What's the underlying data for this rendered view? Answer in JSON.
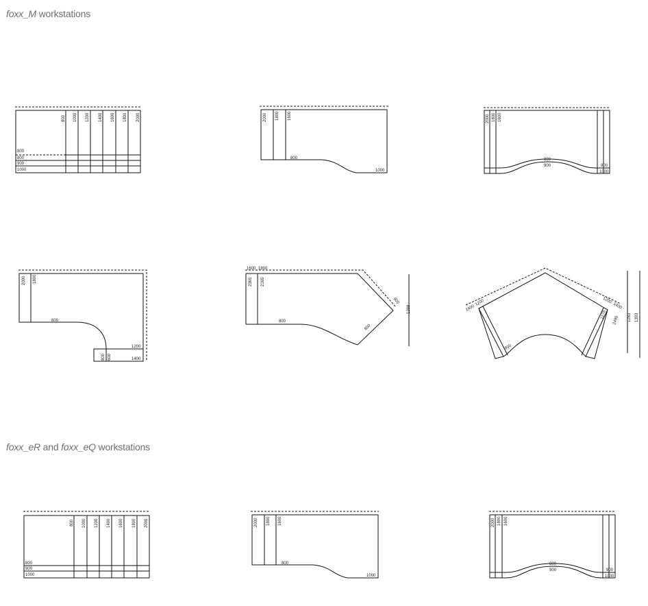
{
  "sections": [
    {
      "brand": "foxx_M",
      "suffix": " workstations"
    },
    {
      "brand1": "foxx_eR",
      "joiner": " and ",
      "brand2": "foxx_eQ",
      "suffix": " workstations"
    }
  ],
  "colors": {
    "line": "#111111",
    "text": "#222222",
    "heading": "#6f6f6f"
  },
  "drawings": {
    "rect_a": {
      "widths": [
        "800",
        "1000",
        "1200",
        "1400",
        "1600",
        "1800",
        "2000"
      ],
      "depths": [
        "800",
        "800",
        "900",
        "1000"
      ]
    },
    "free_b": {
      "widths": [
        "2000",
        "1800",
        "1600"
      ],
      "depth_label": "800",
      "end_label": "1000"
    },
    "wave_c": {
      "widths": [
        "2000",
        "1800",
        "1600"
      ],
      "inner_labels": [
        "800",
        "900"
      ],
      "end_labels": [
        "900",
        "1000"
      ]
    },
    "l_shape": {
      "side_widths": [
        "2000",
        "1800"
      ],
      "depth_label": "800",
      "return_labels": [
        "1200",
        "1400"
      ],
      "return_depths": [
        "800",
        "600"
      ]
    },
    "angle_135": {
      "top_labels": [
        "1600",
        "1800"
      ],
      "side_labels": [
        "2365",
        "2165"
      ],
      "depth_label": "800",
      "corner_labels": [
        "800",
        "800"
      ],
      "height_label": "1288"
    },
    "angle_120": {
      "left_labels": [
        "1400",
        "1200"
      ],
      "right_labels": [
        "1200",
        "1400"
      ],
      "diag_labels": [
        "2278",
        "2495"
      ],
      "depth_label": "800",
      "height_labels": [
        "1283",
        "1393"
      ]
    },
    "rect_d": {
      "widths": [
        "800",
        "1000",
        "1200",
        "1400",
        "1600",
        "1800",
        "2000"
      ],
      "depths": [
        "800",
        "900",
        "1000"
      ]
    },
    "free_e": {
      "widths": [
        "2000",
        "1800",
        "1600"
      ],
      "depth_label": "800",
      "end_label": "1000"
    },
    "wave_f": {
      "widths": [
        "2000",
        "1800",
        "1600"
      ],
      "inner_labels": [
        "800",
        "900"
      ],
      "end_labels": [
        "900",
        "1000"
      ]
    }
  }
}
